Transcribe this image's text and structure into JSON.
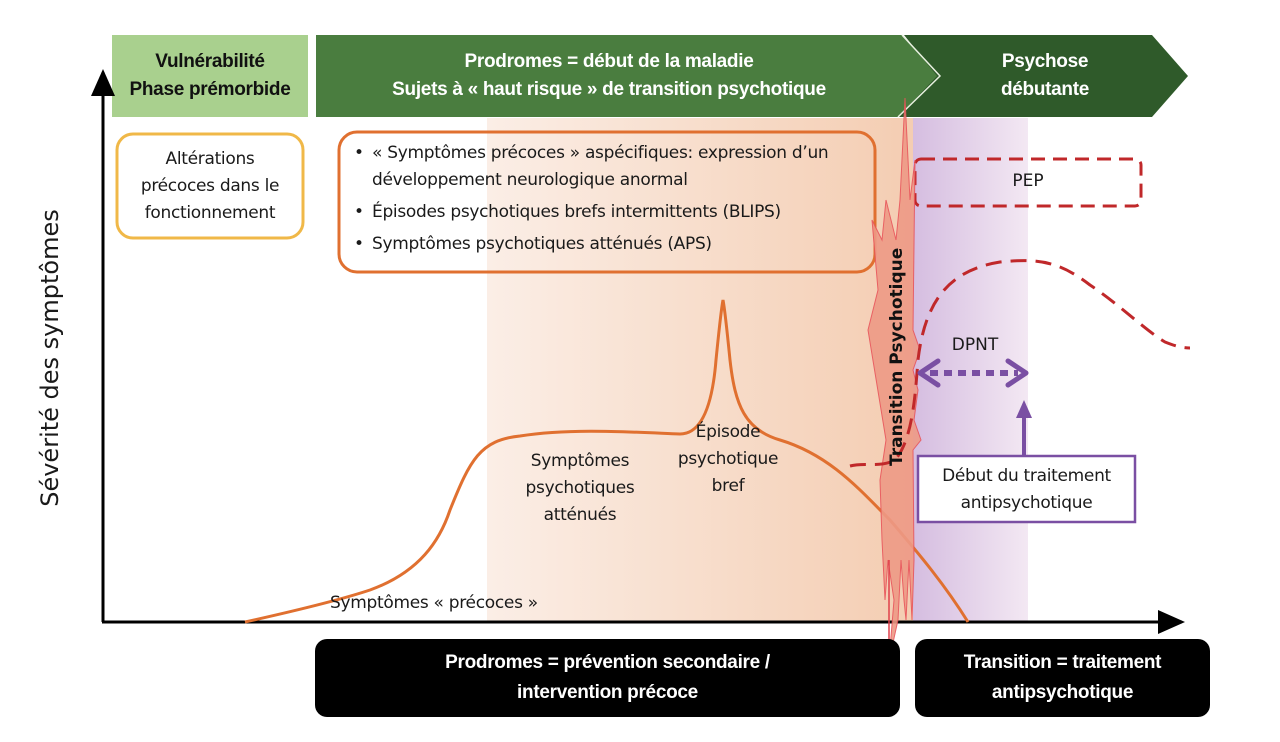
{
  "colors": {
    "phase_light_green": "#a9d08e",
    "phase_green": "#4a7d3f",
    "phase_dark_green": "#2f5a2a",
    "prodrome_band": "#f6d3bd",
    "psychosis_band": "#d8c2e2",
    "curve_orange": "#e07030",
    "pep_red": "#c0282a",
    "transition_fill": "#ee9a86",
    "dpnt_purple": "#7a4fa3",
    "vulnerability_box": "#f0b848"
  },
  "phases": [
    {
      "id": "vulnerability",
      "lines": [
        "Vulnérabilité",
        "Phase prémorbide"
      ]
    },
    {
      "id": "prodromes",
      "lines": [
        "Prodromes = début de la maladie",
        "Sujets à « haut risque » de transition psychotique"
      ]
    },
    {
      "id": "psychosis",
      "lines": [
        "Psychose",
        "débutante"
      ]
    }
  ],
  "axes": {
    "y_label": "Sévérité des symptômes"
  },
  "boxes": {
    "vulnerability": {
      "lines": [
        "Altérations",
        "précoces dans le",
        "fonctionnement"
      ]
    },
    "prodrome_bullets": [
      "« Symptômes précoces » aspécifiques: expression d’un développement neurologique anormal",
      "Épisodes psychotiques brefs intermittents (BLIPS)",
      "Symptômes psychotiques atténués (APS)"
    ],
    "pep": "PEP",
    "treatment_start": {
      "lines": [
        "Début du traitement",
        "antipsychotique"
      ]
    }
  },
  "curve_labels": {
    "early_symptoms": "Symptômes « précoces »",
    "attenuated": [
      "Symptômes",
      "psychotiques",
      "atténués"
    ],
    "brief_episode": [
      "Épisode",
      "psychotique",
      "bref"
    ],
    "transition": "Transition Psychotique",
    "dpnt": "DPNT"
  },
  "bottom": {
    "prodromes": [
      "Prodromes = prévention secondaire /",
      "intervention précoce"
    ],
    "transition": [
      "Transition = traitement",
      "antipsychotique"
    ]
  }
}
